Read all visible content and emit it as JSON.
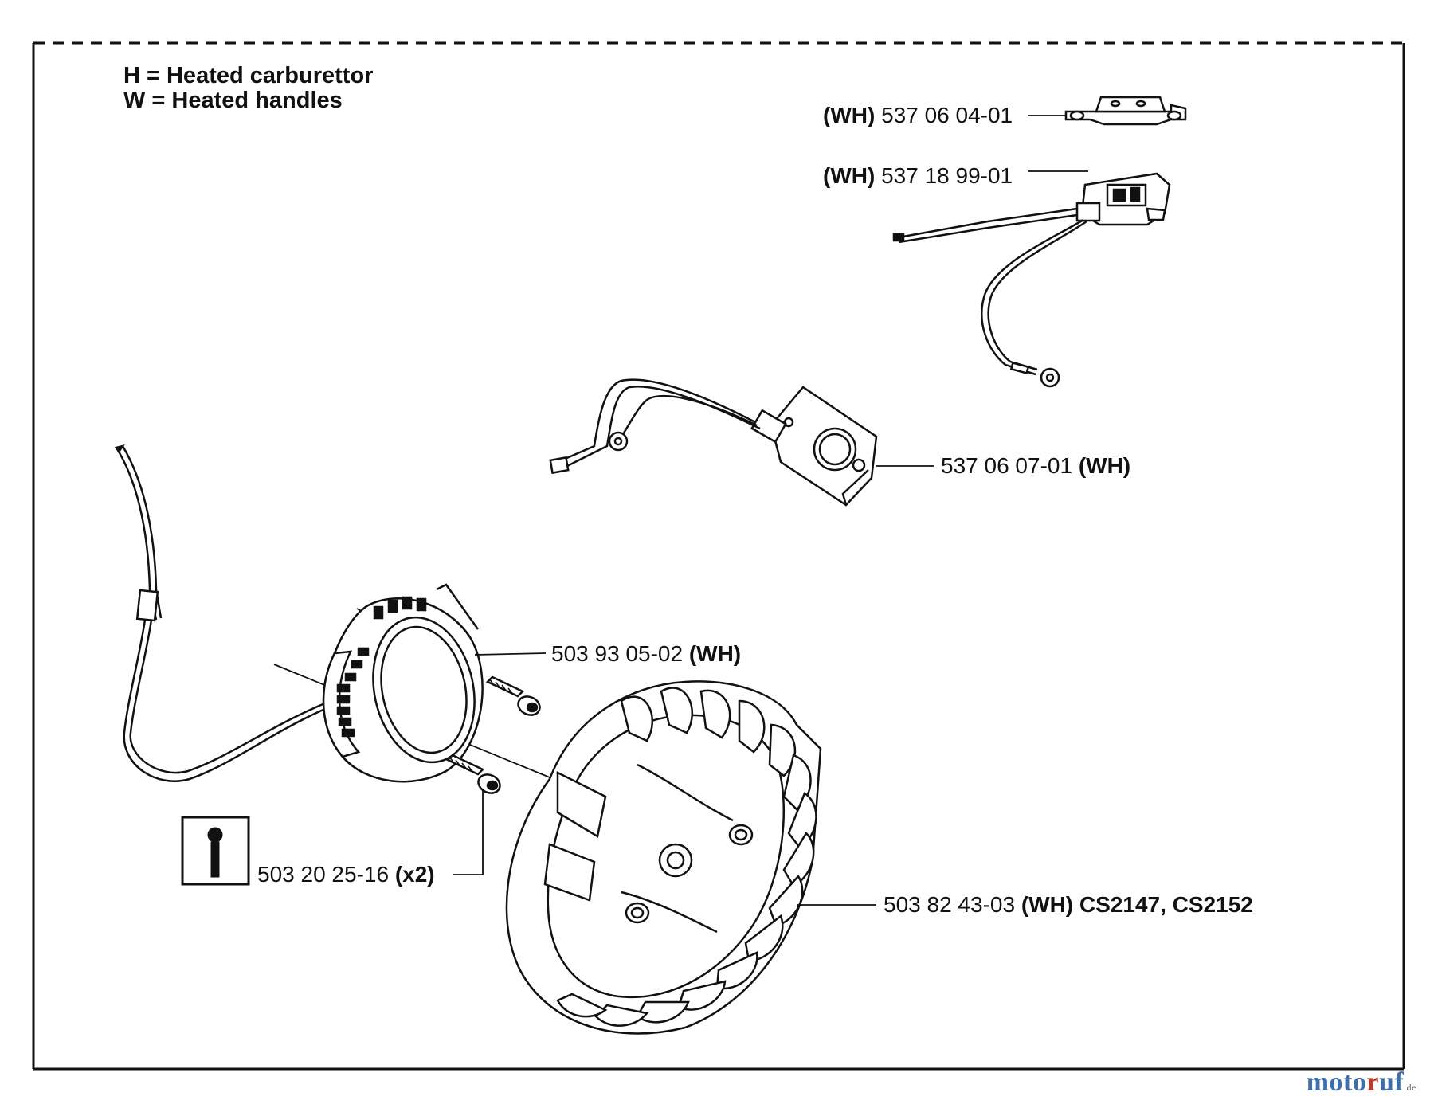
{
  "legend": {
    "line1": "H = Heated carburettor",
    "line2": "W = Heated handles"
  },
  "parts": [
    {
      "number": "537 06 04-01",
      "prefix": "(WH)",
      "suffix": ""
    },
    {
      "number": "537 18 99-01",
      "prefix": "(WH)",
      "suffix": ""
    },
    {
      "number": "537 06 07-01",
      "prefix": "",
      "suffix": "(WH)"
    },
    {
      "number": "503 93 05-02",
      "prefix": "",
      "suffix": "(WH)"
    },
    {
      "number": "503 20 25-16",
      "prefix": "",
      "suffix": "(x2)"
    },
    {
      "number": "503 82 43-03",
      "prefix": "",
      "suffix": "(WH) CS2147, CS2152"
    }
  ],
  "watermark": {
    "part1": "moto",
    "part2": "r",
    "part3": "uf",
    "domain": ".de"
  },
  "icons": [
    "wrench-info-icon"
  ],
  "colors": {
    "line": "#111111",
    "watermark_blue": "#3f6fa8",
    "watermark_red": "#c0392b"
  }
}
